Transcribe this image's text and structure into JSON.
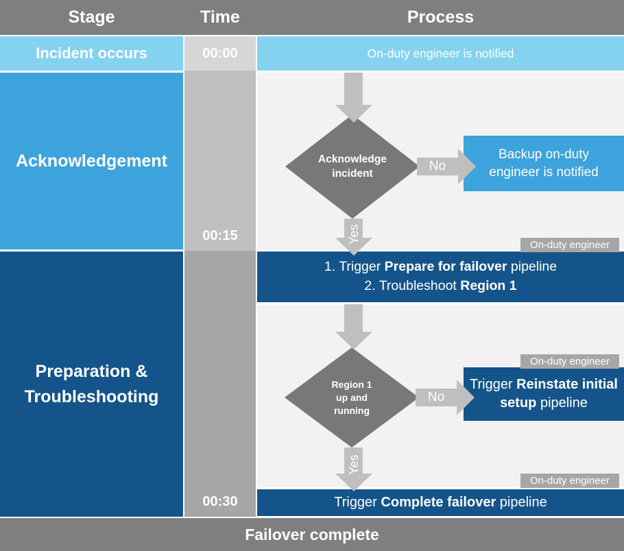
{
  "colors": {
    "header_gray": "#7F7F7F",
    "light_blue": "#85D2F0",
    "medium_blue": "#3DA3DC",
    "dark_blue": "#15548A",
    "process_bg": "#F2F2F2",
    "arrow_gray": "#BFBFBF",
    "diamond_gray": "#787878",
    "tag_gray": "#A6A6A6",
    "time_cell_1": "#D6D6D6",
    "time_cell_2": "#BFBFBF",
    "time_cell_3": "#A6A6A6",
    "text_white": "#FFFFFF"
  },
  "header": {
    "stage_label": "Stage",
    "time_label": "Time",
    "process_label": "Process"
  },
  "stages": {
    "incident": {
      "label": "Incident occurs",
      "time": "00:00",
      "process": "On-duty engineer is notified"
    },
    "acknowledgement": {
      "label": "Acknowledgement",
      "time": "00:15"
    },
    "preparation": {
      "label_line1": "Preparation &",
      "label_line2": "Troubleshooting",
      "time": "00:30"
    }
  },
  "flow": {
    "owner_tag": "On-duty engineer",
    "decision1": {
      "line1": "Acknowledge",
      "line2": "incident"
    },
    "no_label": "No",
    "yes_label": "Yes",
    "backup_box": {
      "line1": "Backup on-duty",
      "line2": "engineer is notified"
    },
    "task_bar1": {
      "line1_pre": "1. Trigger ",
      "line1_bold": "Prepare for failover",
      "line1_post": " pipeline",
      "line2_pre": "2. Troubleshoot ",
      "line2_bold": "Region 1"
    },
    "decision2": {
      "line1": "Region 1",
      "line2": "up and",
      "line3": "running"
    },
    "reinstate_box": {
      "pre": "Trigger ",
      "bold": "Reinstate initial setup",
      "post": " pipeline"
    },
    "task_bar2": {
      "pre": "Trigger ",
      "bold": "Complete failover",
      "post": " pipeline"
    }
  },
  "footer": {
    "label": "Failover complete"
  }
}
